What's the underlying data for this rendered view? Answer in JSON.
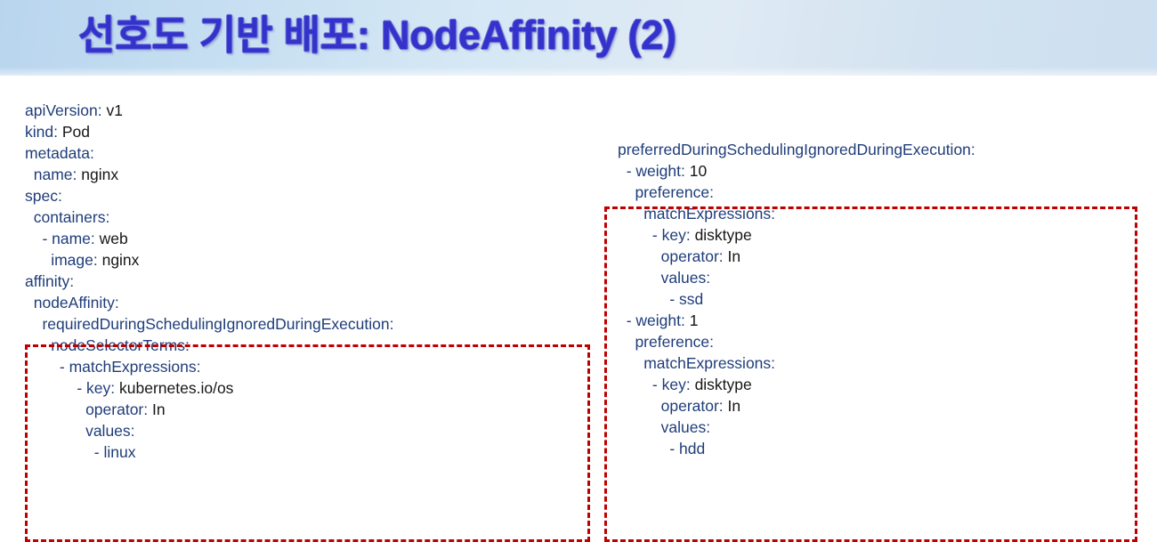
{
  "slide": {
    "title": "선호도 기반 배포: NodeAffinity (2)",
    "title_color": "#3333cc",
    "header_gradient_from": "#b9d5ee",
    "header_gradient_to": "#cddff0",
    "background_color": "#ffffff"
  },
  "colors": {
    "yaml_key": "#1f3d7a",
    "yaml_value": "#161616",
    "highlight_border": "#c00000"
  },
  "left_code": {
    "name": "pod-manifest-yaml",
    "lines": [
      {
        "indent": 0,
        "key": "apiVersion:",
        "value": " v1"
      },
      {
        "indent": 0,
        "key": "kind:",
        "value": " Pod"
      },
      {
        "indent": 0,
        "key": "metadata:",
        "value": ""
      },
      {
        "indent": 1,
        "key": "name:",
        "value": " nginx"
      },
      {
        "indent": 0,
        "key": "spec:",
        "value": ""
      },
      {
        "indent": 1,
        "key": "containers:",
        "value": ""
      },
      {
        "indent": 2,
        "key": "- name:",
        "value": " web"
      },
      {
        "indent": 3,
        "key": "image:",
        "value": " nginx"
      },
      {
        "indent": 0,
        "key": "affinity:",
        "value": ""
      },
      {
        "indent": 1,
        "key": "nodeAffinity:",
        "value": ""
      },
      {
        "indent": 2,
        "key": "requiredDuringSchedulingIgnoredDuringExecution:",
        "value": ""
      },
      {
        "indent": 3,
        "key": "nodeSelectorTerms:",
        "value": ""
      },
      {
        "indent": 4,
        "key": "- matchExpressions:",
        "value": ""
      },
      {
        "indent": 6,
        "key": "- key:",
        "value": " kubernetes.io/os"
      },
      {
        "indent": 7,
        "key": "operator:",
        "value": " In"
      },
      {
        "indent": 7,
        "key": "values:",
        "value": ""
      },
      {
        "indent": 8,
        "key": "- linux",
        "value": ""
      }
    ]
  },
  "right_code": {
    "name": "preferred-affinity-yaml",
    "lines": [
      {
        "indent": 0,
        "key": "preferredDuringSchedulingIgnoredDuringExecution:",
        "value": ""
      },
      {
        "indent": 1,
        "key": "- weight:",
        "value": " 10"
      },
      {
        "indent": 2,
        "key": "preference:",
        "value": ""
      },
      {
        "indent": 3,
        "key": "matchExpressions:",
        "value": ""
      },
      {
        "indent": 4,
        "key": "- key:",
        "value": " disktype"
      },
      {
        "indent": 5,
        "key": "operator:",
        "value": " In"
      },
      {
        "indent": 5,
        "key": "values:",
        "value": ""
      },
      {
        "indent": 6,
        "key": "- ssd",
        "value": ""
      },
      {
        "indent": 1,
        "key": "- weight:",
        "value": " 1"
      },
      {
        "indent": 2,
        "key": "preference:",
        "value": ""
      },
      {
        "indent": 3,
        "key": "matchExpressions:",
        "value": ""
      },
      {
        "indent": 4,
        "key": "- key:",
        "value": " disktype"
      },
      {
        "indent": 5,
        "key": "operator:",
        "value": " In"
      },
      {
        "indent": 5,
        "key": "values:",
        "value": ""
      },
      {
        "indent": 6,
        "key": "- hdd",
        "value": ""
      }
    ]
  },
  "highlights": [
    {
      "name": "required-affinity-highlight",
      "style": "dashed",
      "color": "#c00000"
    },
    {
      "name": "preferred-affinity-highlight",
      "style": "dashed",
      "color": "#c00000"
    }
  ]
}
